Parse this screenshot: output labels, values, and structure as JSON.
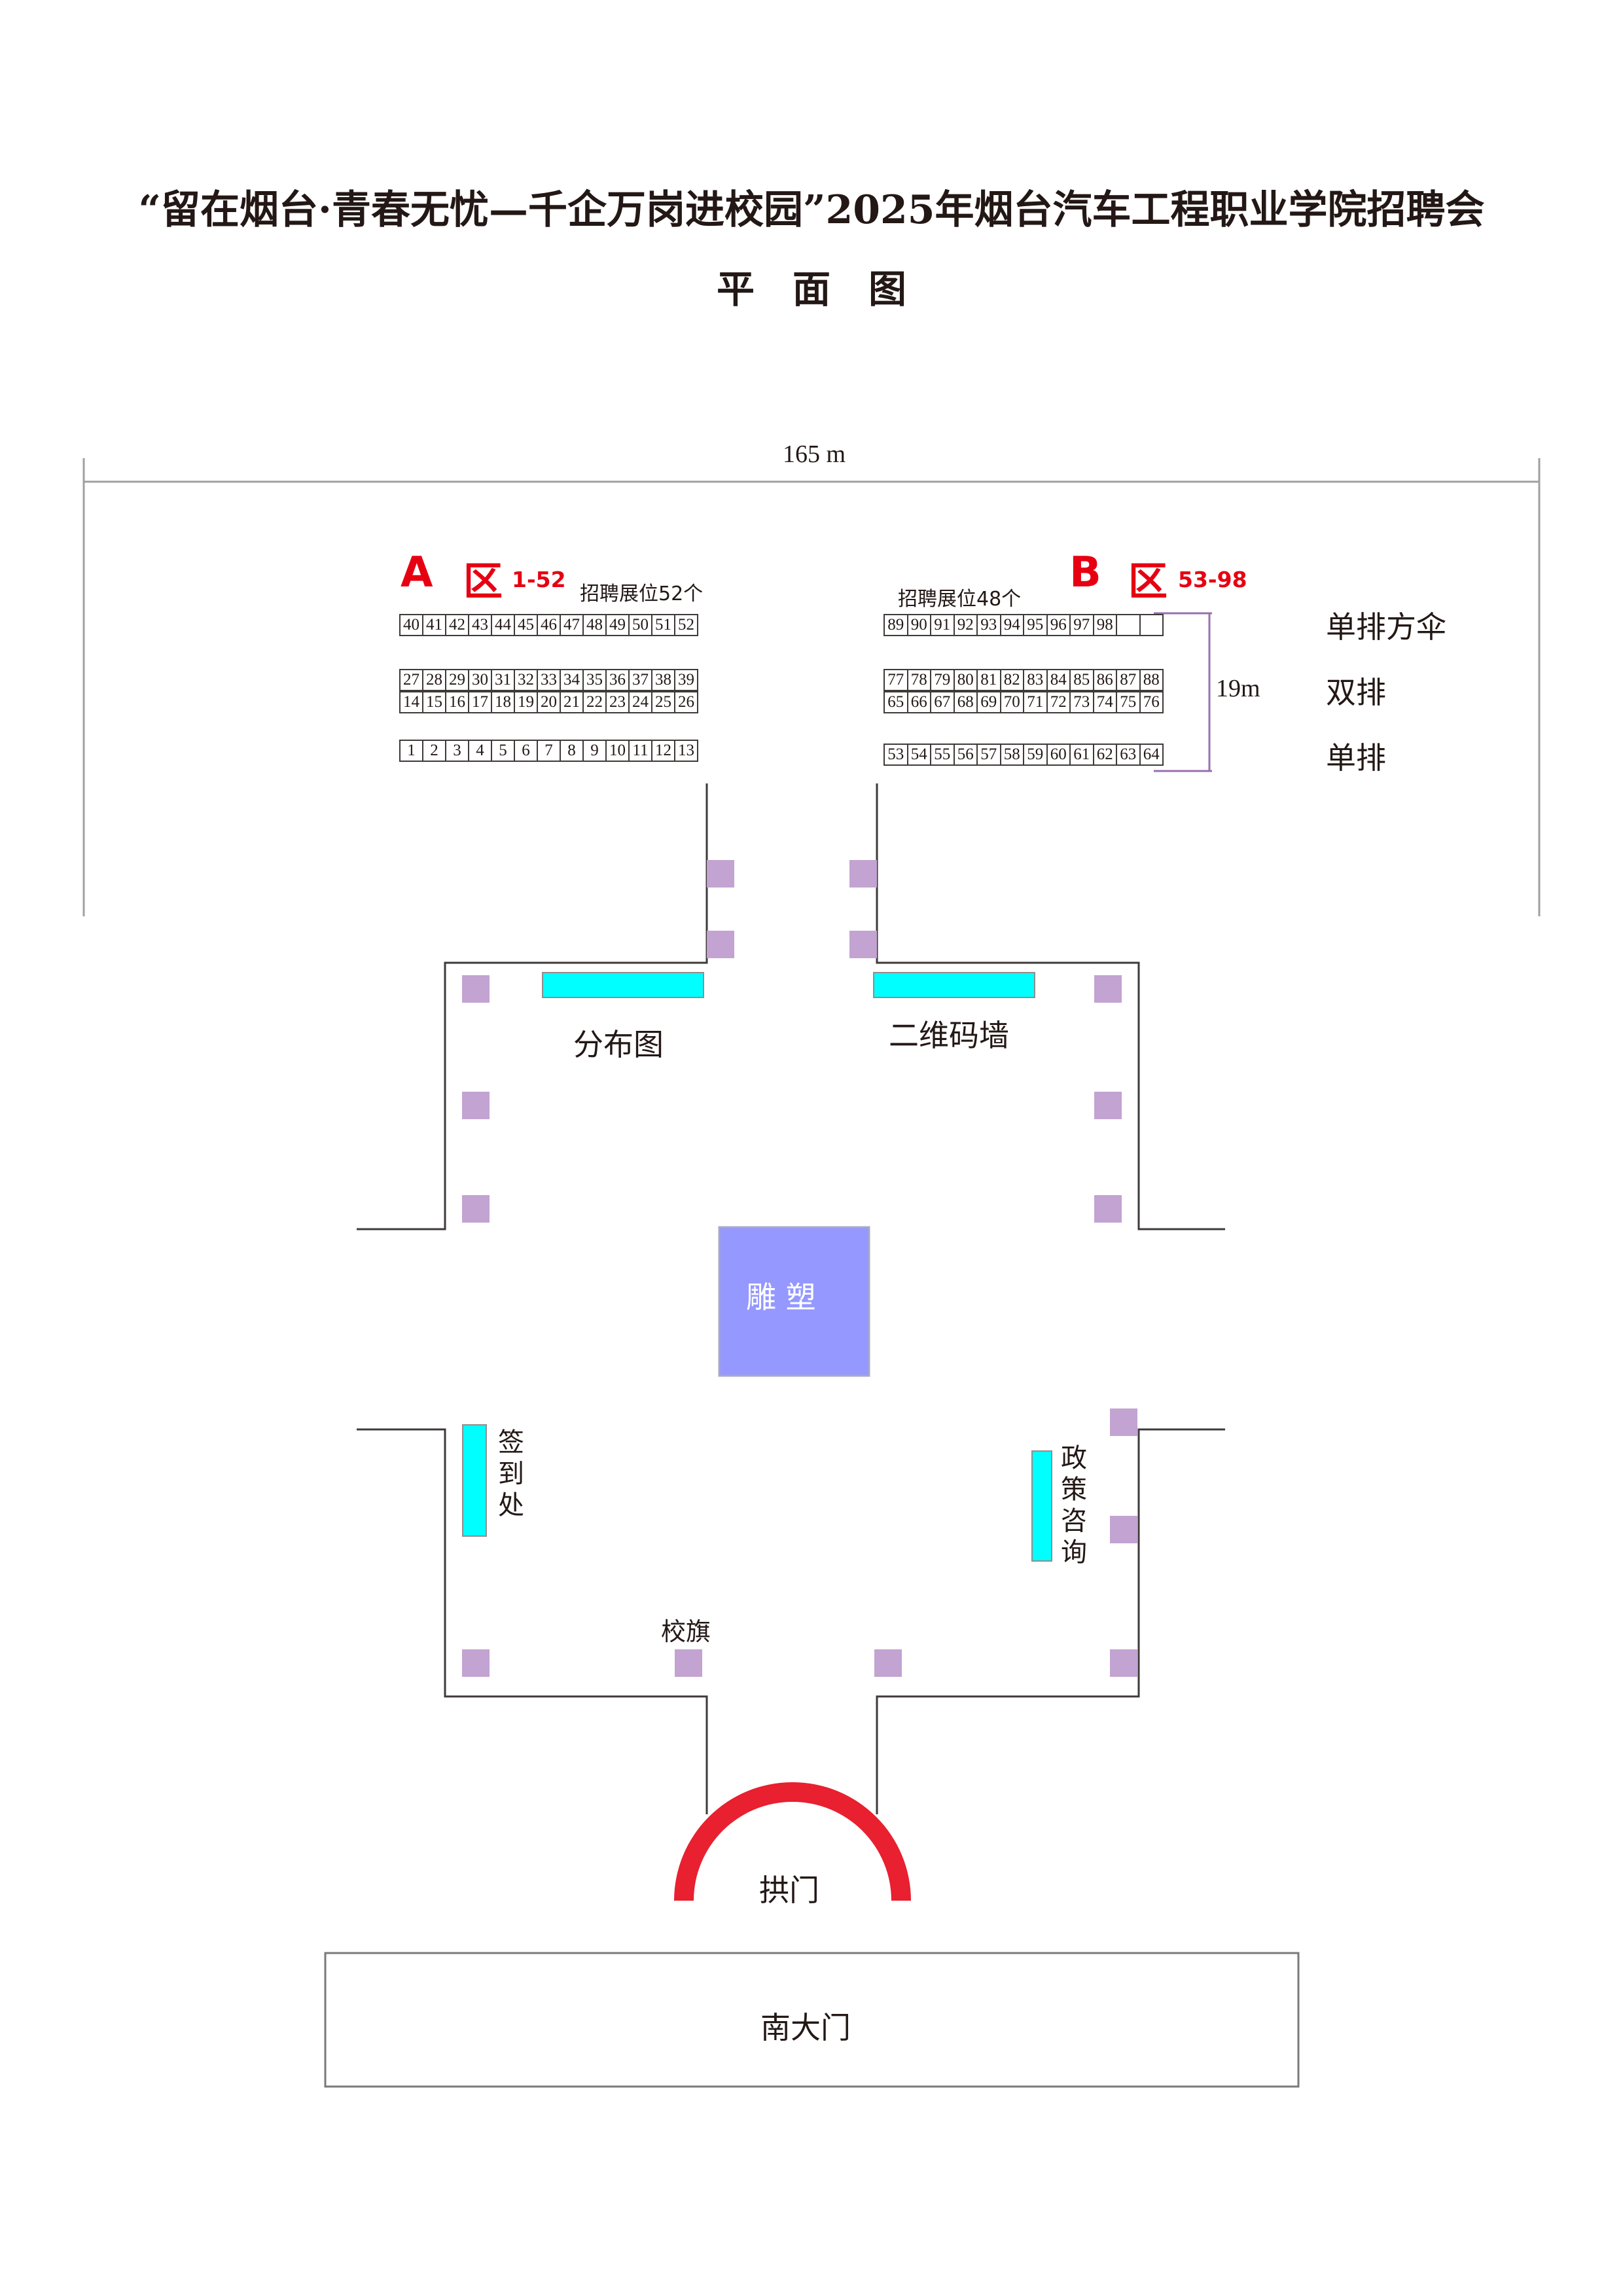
{
  "title": {
    "line1": "“留在烟台·青春无忧—千企万岗进校园”2025年烟台汽车工程职业学院招聘会",
    "line2": "平　面　图"
  },
  "dimensions": {
    "width_label": "165 m",
    "depth_label": "19m"
  },
  "zone_a": {
    "letter": "A",
    "word": "区",
    "range": "1-52",
    "count_label": "招聘展位52个",
    "rows": [
      [
        "40",
        "41",
        "42",
        "43",
        "44",
        "45",
        "46",
        "47",
        "48",
        "49",
        "50",
        "51",
        "52"
      ],
      [
        "27",
        "28",
        "29",
        "30",
        "31",
        "32",
        "33",
        "34",
        "35",
        "36",
        "37",
        "38",
        "39"
      ],
      [
        "14",
        "15",
        "16",
        "17",
        "18",
        "19",
        "20",
        "21",
        "22",
        "23",
        "24",
        "25",
        "26"
      ],
      [
        "1",
        "2",
        "3",
        "4",
        "5",
        "6",
        "7",
        "8",
        "9",
        "10",
        "11",
        "12",
        "13"
      ]
    ]
  },
  "zone_b": {
    "letter": "B",
    "word": "区",
    "range": "53-98",
    "count_label": "招聘展位48个",
    "rows": [
      [
        "89",
        "90",
        "91",
        "92",
        "93",
        "94",
        "95",
        "96",
        "97",
        "98",
        "",
        ""
      ],
      [
        "77",
        "78",
        "79",
        "80",
        "81",
        "82",
        "83",
        "84",
        "85",
        "86",
        "87",
        "88"
      ],
      [
        "65",
        "66",
        "67",
        "68",
        "69",
        "70",
        "71",
        "72",
        "73",
        "74",
        "75",
        "76"
      ],
      [
        "53",
        "54",
        "55",
        "56",
        "57",
        "58",
        "59",
        "60",
        "61",
        "62",
        "63",
        "64"
      ]
    ]
  },
  "row_types": {
    "top": "单排方伞",
    "middle": "双排",
    "bottom": "单排"
  },
  "labels": {
    "distribution_map": "分布图",
    "qr_wall": "二维码墙",
    "sculpture": "雕 塑",
    "check_in": [
      "签",
      "到",
      "处"
    ],
    "policy": [
      "政",
      "策",
      "咨",
      "询"
    ],
    "school_flag": "校旗",
    "arch": "拱门",
    "south_gate": "南大门"
  },
  "colors": {
    "zone_red": "#e60012",
    "pillar": "#c2a3d1",
    "cyan": "#00ffff",
    "sculpture": "#9498ff",
    "arch": "#e8202f",
    "dim_line": "#9a6fb0"
  }
}
